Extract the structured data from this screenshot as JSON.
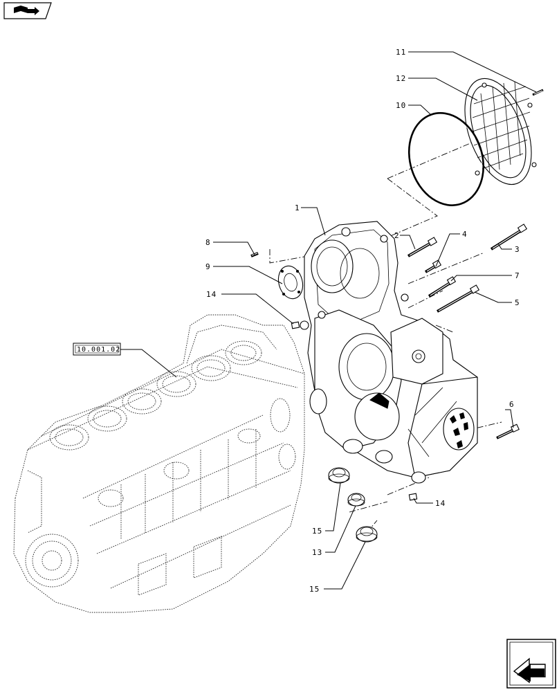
{
  "icons": {
    "top_left": "book-with-arrow-icon",
    "bottom_right": "previous-page-arrow-icon"
  },
  "reference_label": "10.001.02",
  "callouts": [
    {
      "id": "c11a",
      "text": "11"
    },
    {
      "id": "c12",
      "text": "12"
    },
    {
      "id": "c10",
      "text": "10"
    },
    {
      "id": "c1",
      "text": "1"
    },
    {
      "id": "c2",
      "text": "2"
    },
    {
      "id": "c4",
      "text": "4"
    },
    {
      "id": "c3",
      "text": "3"
    },
    {
      "id": "c8",
      "text": "8"
    },
    {
      "id": "c9",
      "text": "9"
    },
    {
      "id": "c7",
      "text": "7"
    },
    {
      "id": "c5",
      "text": "5"
    },
    {
      "id": "c14a",
      "text": "14"
    },
    {
      "id": "c6",
      "text": "6"
    },
    {
      "id": "c14b",
      "text": "14"
    },
    {
      "id": "c15a",
      "text": "15"
    },
    {
      "id": "c13",
      "text": "13"
    },
    {
      "id": "c15b",
      "text": "15"
    }
  ]
}
